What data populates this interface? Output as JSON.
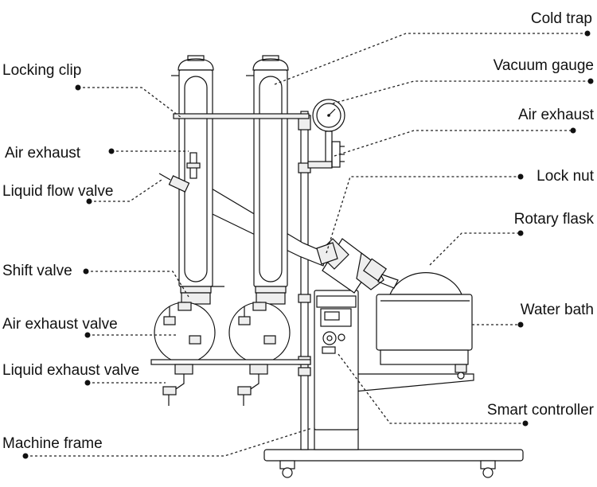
{
  "labels": {
    "cold_trap": "Cold trap",
    "vacuum_gauge": "Vacuum gauge",
    "air_exhaust_right": "Air exhaust",
    "lock_nut": "Lock nut",
    "rotary_flask": "Rotary flask",
    "water_bath": "Water bath",
    "smart_controller": "Smart controller",
    "locking_clip": "Locking clip",
    "air_exhaust_left": "Air exhaust",
    "liquid_flow_valve": "Liquid flow valve",
    "shift_valve": "Shift valve",
    "air_exhaust_valve": "Air exhaust valve",
    "liquid_exhaust_valve": "Liquid exhaust valve",
    "machine_frame": "Machine frame"
  },
  "colors": {
    "line": "#111111",
    "background": "#ffffff",
    "glass_fill": "#ffffff",
    "metal_fill": "#eeeeee"
  }
}
